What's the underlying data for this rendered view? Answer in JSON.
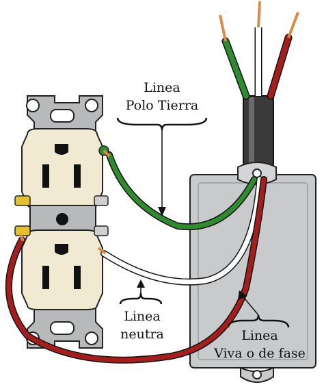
{
  "labels": {
    "ground_line1": "Linea",
    "ground_line2": "Polo Tierra",
    "neutral_line1": "Linea",
    "neutral_line2": "neutra",
    "hot_line1": "Linea",
    "hot_line2": "Viva o de fase"
  },
  "colors": {
    "ground_wire": "#2e8b2e",
    "neutral_wire": "#ffffff",
    "hot_wire": "#a51e1e",
    "copper": "#d98c4a",
    "box": "#c9cacc",
    "receptacle": "#f1e9d2",
    "plate": "#b8b9bb",
    "cable": "#3a3a3a"
  }
}
